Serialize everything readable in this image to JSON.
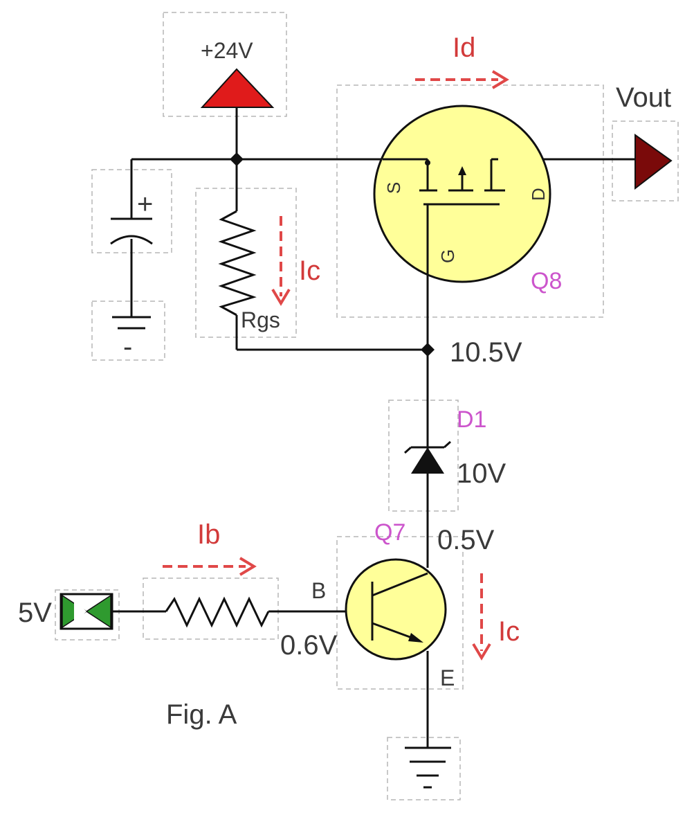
{
  "supply": {
    "label": "+24V"
  },
  "output": {
    "label": "Vout"
  },
  "currents": {
    "drain": "Id",
    "gate_resistor": "Ic",
    "base": "Ib",
    "collector": "Ic"
  },
  "mosfet": {
    "ref": "Q8",
    "pin_source": "S",
    "pin_drain": "D",
    "pin_gate": "G"
  },
  "gate_node": {
    "voltage": "10.5V"
  },
  "resistor_gs": {
    "label": "Rgs"
  },
  "zener": {
    "ref": "D1",
    "voltage": "10V"
  },
  "bjt": {
    "ref": "Q7",
    "collector_voltage": "0.5V",
    "pin_base": "B",
    "base_voltage": "0.6V",
    "pin_emitter": "E"
  },
  "input": {
    "label": "5V"
  },
  "capacitor": {
    "plus": "+",
    "minus": "-"
  },
  "figure": {
    "caption": "Fig. A"
  },
  "colors": {
    "supply_red": "#e01b1b",
    "output_dark_red": "#7a0a0a",
    "transistor_yellow": "#ffff99",
    "input_green": "#2f9a2f",
    "arrow_red": "#e04848",
    "ref_pink": "#cc55cc"
  }
}
